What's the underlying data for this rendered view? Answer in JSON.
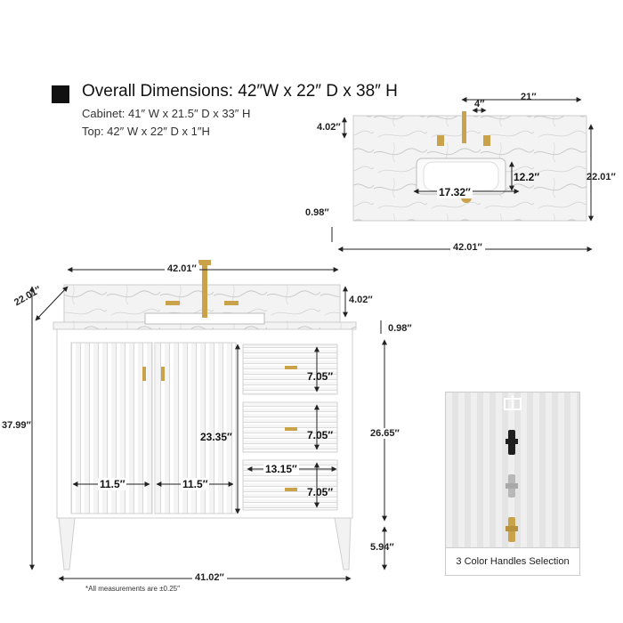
{
  "header": {
    "overall": "Overall Dimensions: 42″W x 22″ D x 38″ H",
    "cabinet": "Cabinet: 41″ W x 21.5″ D x 33″ H",
    "top": "Top: 42″ W x 22″ D x 1″H"
  },
  "top_view": {
    "width_right": "21″",
    "faucet_spread": "4″",
    "backsplash": "4.02″",
    "depth": "22.01″",
    "sink_depth": "12.2″",
    "sink_width": "17.32″",
    "thickness": "0.98″",
    "total_width": "42.01″"
  },
  "front_view": {
    "top_width": "42.01″",
    "depth": "22.01″",
    "backsplash": "4.02″",
    "top_thickness": "0.98″",
    "overall_height": "37.99″",
    "cabinet_height": "26.65″",
    "door_height": "23.35″",
    "drawer1": "7.05″",
    "drawer2": "7.05″",
    "drawer3": "7.05″",
    "drawer_width": "13.15″",
    "door_left": "11.5″",
    "door_right": "11.5″",
    "leg_height": "5.94″",
    "base_width": "41.02″",
    "note": "*All measurements are ±0.25″"
  },
  "handles": {
    "label": "3 Color Handles Selection",
    "colors": {
      "black": "#1e1e1e",
      "chrome": "#b8b8b8",
      "gold": "#c9a24a"
    }
  }
}
